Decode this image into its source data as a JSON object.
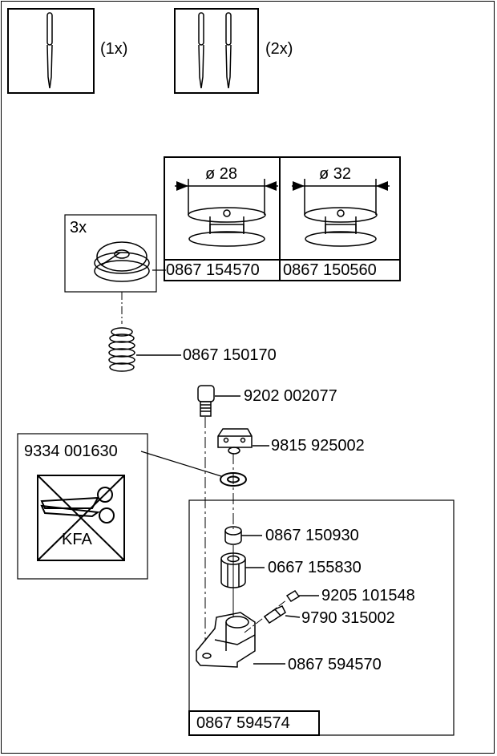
{
  "needles": {
    "single_qty": "(1x)",
    "double_qty": "(2x)"
  },
  "bobbins": {
    "small_diameter": "ø 28",
    "large_diameter": "ø 32",
    "small_part": "0867 154570",
    "large_part": "0867 150560",
    "qty": "3x"
  },
  "parts": {
    "spring": "0867 150170",
    "screw": "9202 002077",
    "block": "9815 925002",
    "washer_ref": "9334 001630",
    "bushing": "0867 150930",
    "nut": "0667 155830",
    "set_screw": "9205 101548",
    "nipple": "9790 315002",
    "bracket": "0867 594570",
    "assembly": "0867 594574"
  },
  "kfa": {
    "label": "KFA"
  }
}
